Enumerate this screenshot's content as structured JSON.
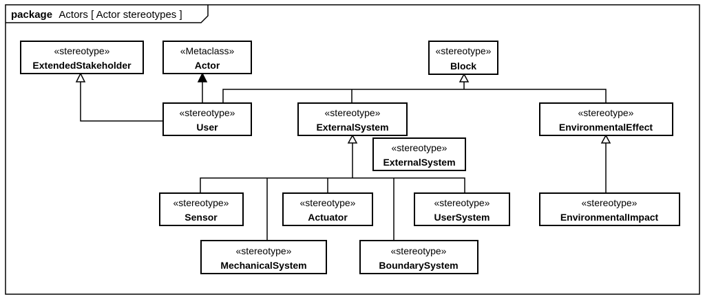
{
  "frame": {
    "keyword": "package",
    "title": "Actors [ Actor stereotypes ]"
  },
  "classes": {
    "extended_stakeholder": {
      "stereotype": "«stereotype»",
      "name": "ExtendedStakeholder"
    },
    "actor": {
      "stereotype": "«Metaclass»",
      "name": "Actor"
    },
    "block": {
      "stereotype": "«stereotype»",
      "name": "Block"
    },
    "user": {
      "stereotype": "«stereotype»",
      "name": "User"
    },
    "external_system": {
      "stereotype": "«stereotype»",
      "name": "ExternalSystem"
    },
    "external_system_2": {
      "stereotype": "«stereotype»",
      "name": "ExternalSystem"
    },
    "environmental_effect": {
      "stereotype": "«stereotype»",
      "name": "EnvironmentalEffect"
    },
    "sensor": {
      "stereotype": "«stereotype»",
      "name": "Sensor"
    },
    "actuator": {
      "stereotype": "«stereotype»",
      "name": "Actuator"
    },
    "user_system": {
      "stereotype": "«stereotype»",
      "name": "UserSystem"
    },
    "environmental_impact": {
      "stereotype": "«stereotype»",
      "name": "EnvironmentalImpact"
    },
    "mechanical_system": {
      "stereotype": "«stereotype»",
      "name": "MechanicalSystem"
    },
    "boundary_system": {
      "stereotype": "«stereotype»",
      "name": "BoundarySystem"
    }
  },
  "relationships": [
    {
      "kind": "generalization",
      "from": "User",
      "to": "ExtendedStakeholder"
    },
    {
      "kind": "extension",
      "from": "User",
      "to": "Actor"
    },
    {
      "kind": "generalization",
      "from": "User",
      "to": "Block"
    },
    {
      "kind": "generalization",
      "from": "ExternalSystem",
      "to": "Block"
    },
    {
      "kind": "generalization",
      "from": "EnvironmentalEffect",
      "to": "Block"
    },
    {
      "kind": "generalization",
      "from": "Sensor",
      "to": "ExternalSystem"
    },
    {
      "kind": "generalization",
      "from": "MechanicalSystem",
      "to": "ExternalSystem"
    },
    {
      "kind": "generalization",
      "from": "Actuator",
      "to": "ExternalSystem"
    },
    {
      "kind": "generalization",
      "from": "BoundarySystem",
      "to": "ExternalSystem"
    },
    {
      "kind": "generalization",
      "from": "UserSystem",
      "to": "ExternalSystem"
    },
    {
      "kind": "generalization",
      "from": "EnvironmentalImpact",
      "to": "EnvironmentalEffect"
    }
  ]
}
